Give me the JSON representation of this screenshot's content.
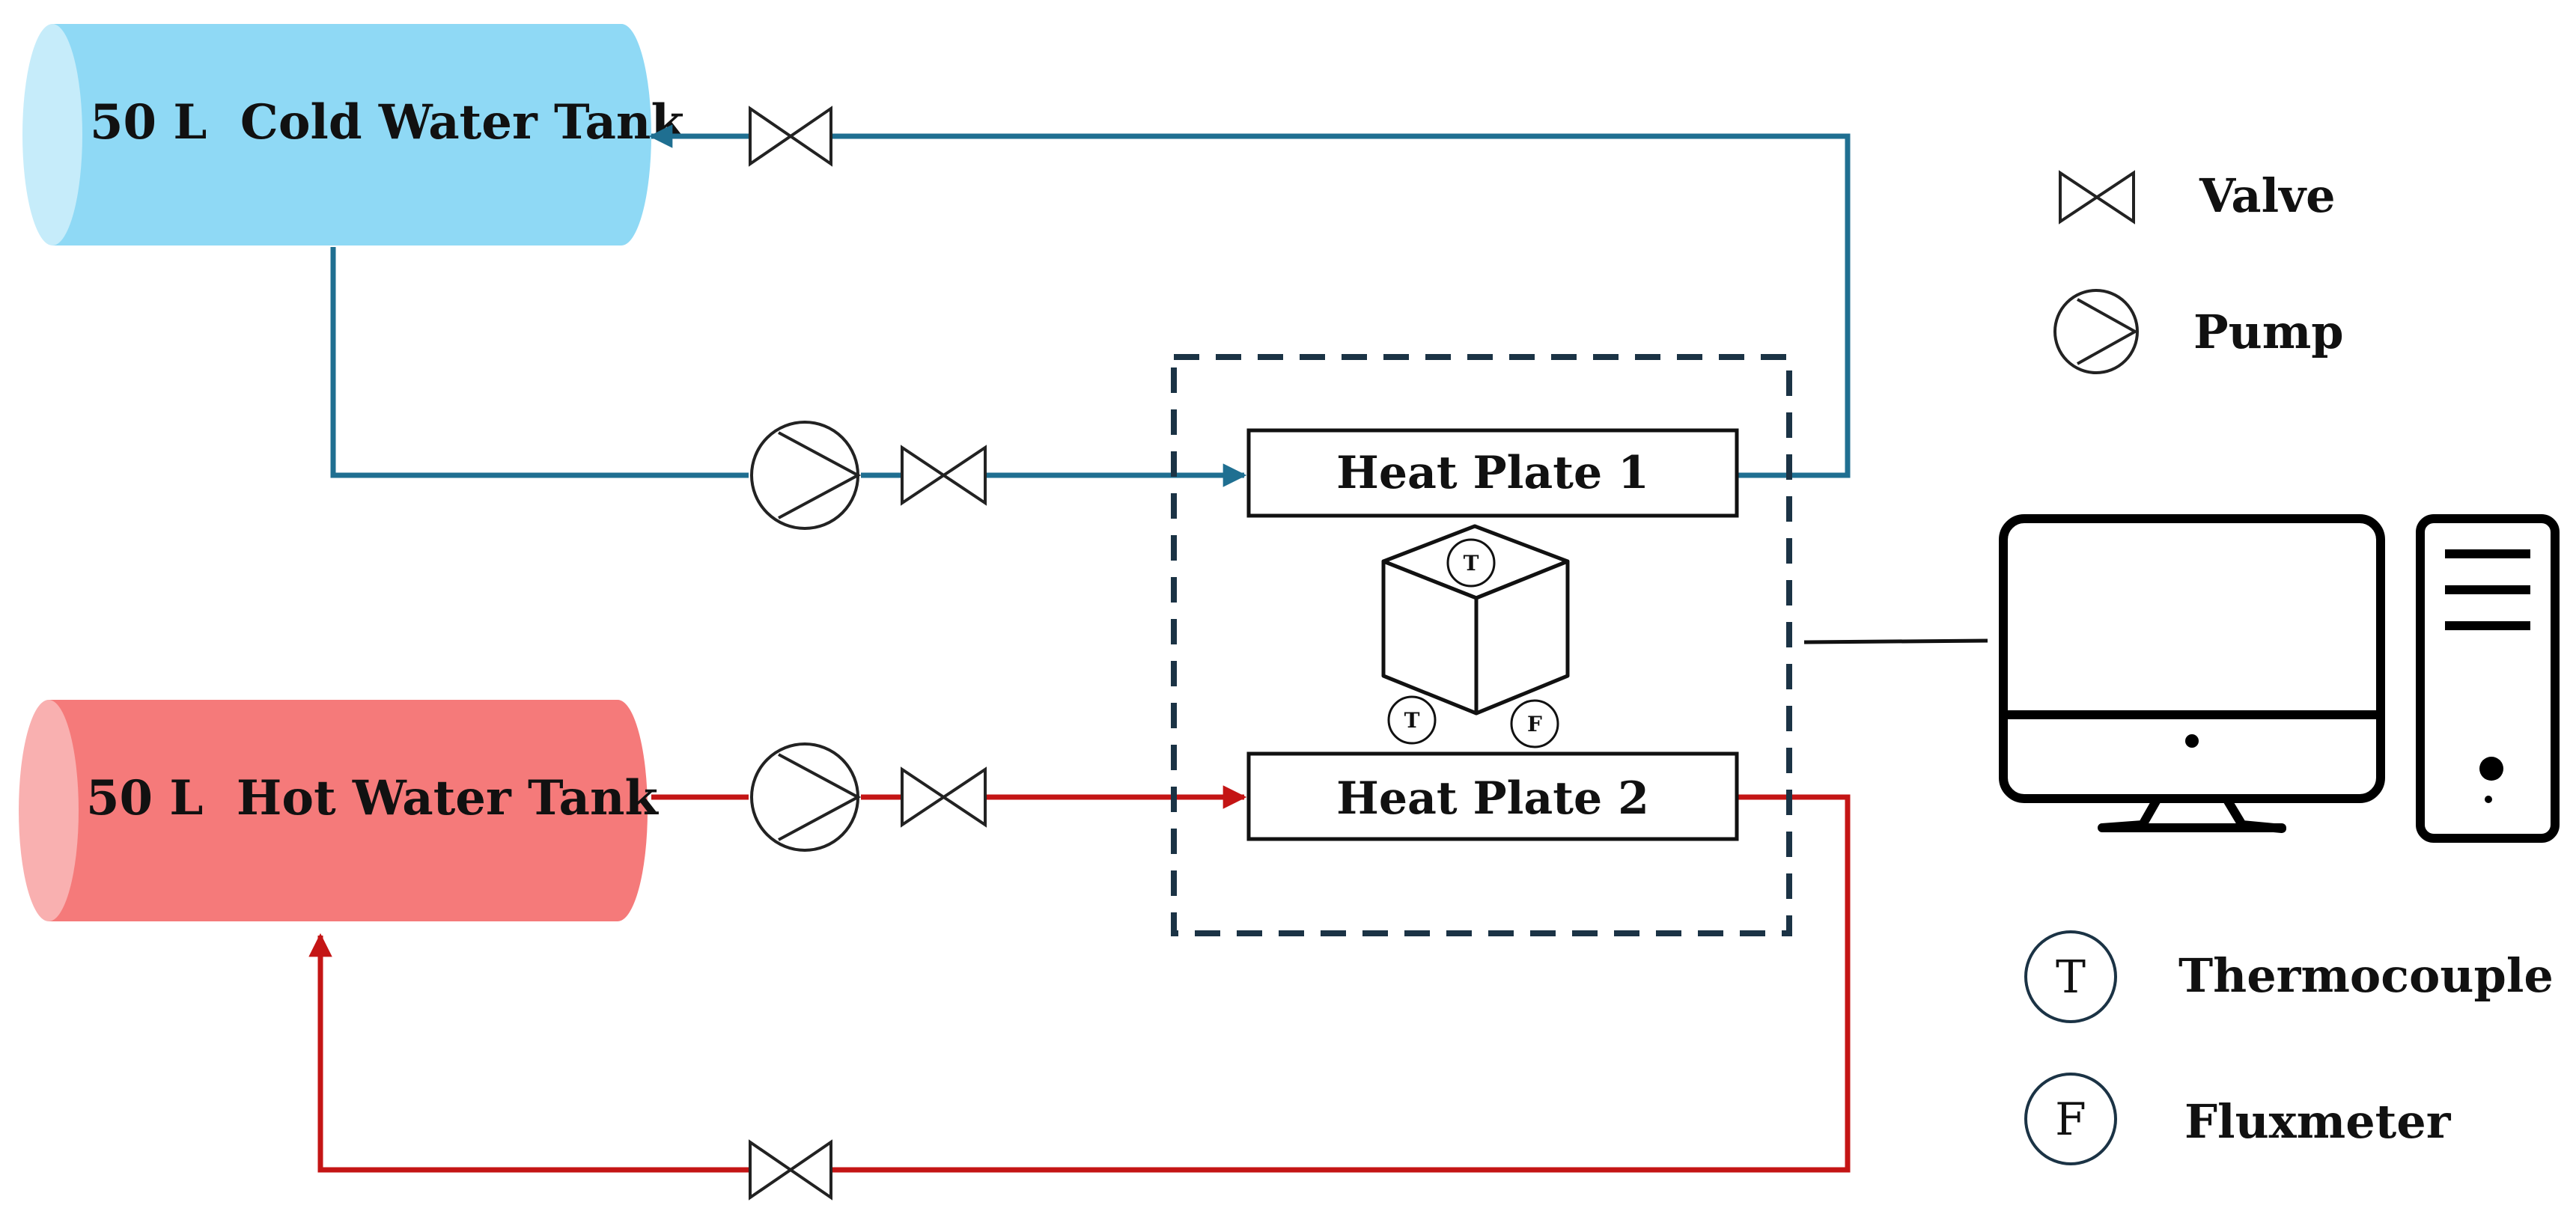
{
  "tanks": {
    "cold": {
      "label": "50 L  Cold Water Tank",
      "color": "#8fd9f5"
    },
    "hot": {
      "label": "50 L  Hot Water Tank",
      "color": "#f57a7a"
    }
  },
  "plates": {
    "top": {
      "label": "Heat Plate 1"
    },
    "bottom": {
      "label": "Heat Plate 2"
    }
  },
  "sample_sensors": {
    "top": "T",
    "left": "T",
    "right": "F"
  },
  "legend": {
    "valve": "Valve",
    "pump": "Pump",
    "thermocouple": {
      "symbol": "T",
      "label": "Thermocouple"
    },
    "fluxmeter": {
      "symbol": "F",
      "label": "Fluxmeter"
    }
  },
  "colors": {
    "cold_line": "#1f6f91",
    "hot_line": "#c41515",
    "enclosure": "#1b3345"
  }
}
